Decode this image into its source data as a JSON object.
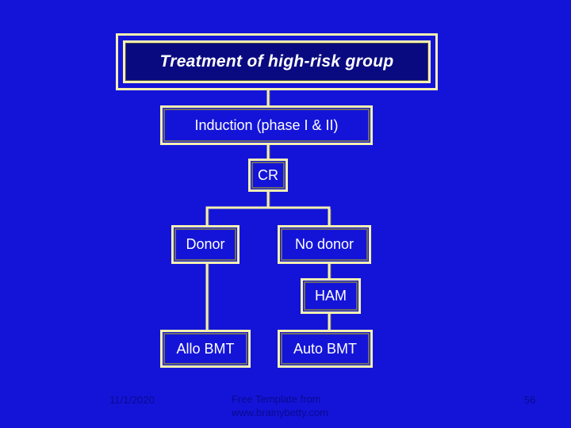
{
  "title": "Treatment of high-risk group",
  "nodes": {
    "induction": "Induction (phase I & II)",
    "cr": "CR",
    "donor": "Donor",
    "no_donor": "No donor",
    "ham": "HAM",
    "allo_bmt": "Allo BMT",
    "auto_bmt": "Auto BMT"
  },
  "footer": {
    "date": "11/1/2020",
    "credit_line1": "Free Template from",
    "credit_line2": "www.brainybetty.com",
    "page_number": "56"
  },
  "colors": {
    "background": "#1414d8",
    "box_border": "#f4f0b0",
    "connector": "#f4f0b0",
    "footer_text": "#0a0a90"
  }
}
